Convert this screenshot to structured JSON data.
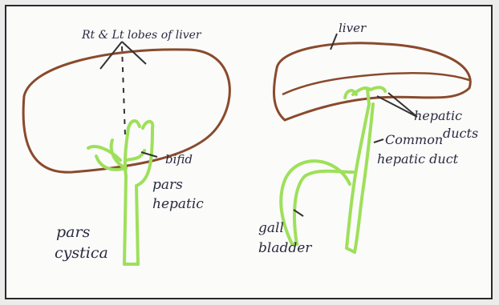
{
  "labels": {
    "rt_lt_lobes": "Rt & Lt lobes of liver",
    "bifid": "bifid",
    "pars_hepatic_1": "pars",
    "pars_hepatic_2": "hepatic",
    "pars_cystica_1": "pars",
    "pars_cystica_2": "cystica",
    "liver": "liver",
    "hepatic_ducts_1": "hepatic",
    "hepatic_ducts_2": "ducts",
    "common_hepatic_1": "Common",
    "common_hepatic_2": "hepatic duct",
    "gall_bladder_1": "gall",
    "gall_bladder_2": "bladder"
  },
  "colors": {
    "liver_outline": "#8a4a2c",
    "duct_green": "#9ee05a",
    "ink": "#2a2a40"
  }
}
